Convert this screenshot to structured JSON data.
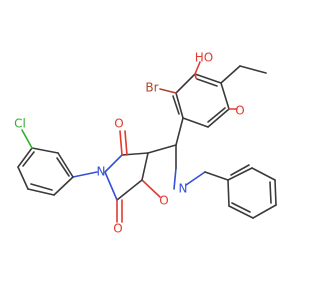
{
  "molecule": {
    "labels": {
      "br": "Br",
      "oh": "HO",
      "o_ether": "O",
      "o_top": "O",
      "o_bottom": "O",
      "o_ring": "O",
      "n_imide": "N",
      "n_ring": "N",
      "cl": "Cl"
    },
    "colors": {
      "bond": "#3a3a3a",
      "oxygen": "#e23a2e",
      "nitrogen": "#3350d8",
      "bromine": "#b0442a",
      "chlorine": "#2fb02f"
    }
  }
}
